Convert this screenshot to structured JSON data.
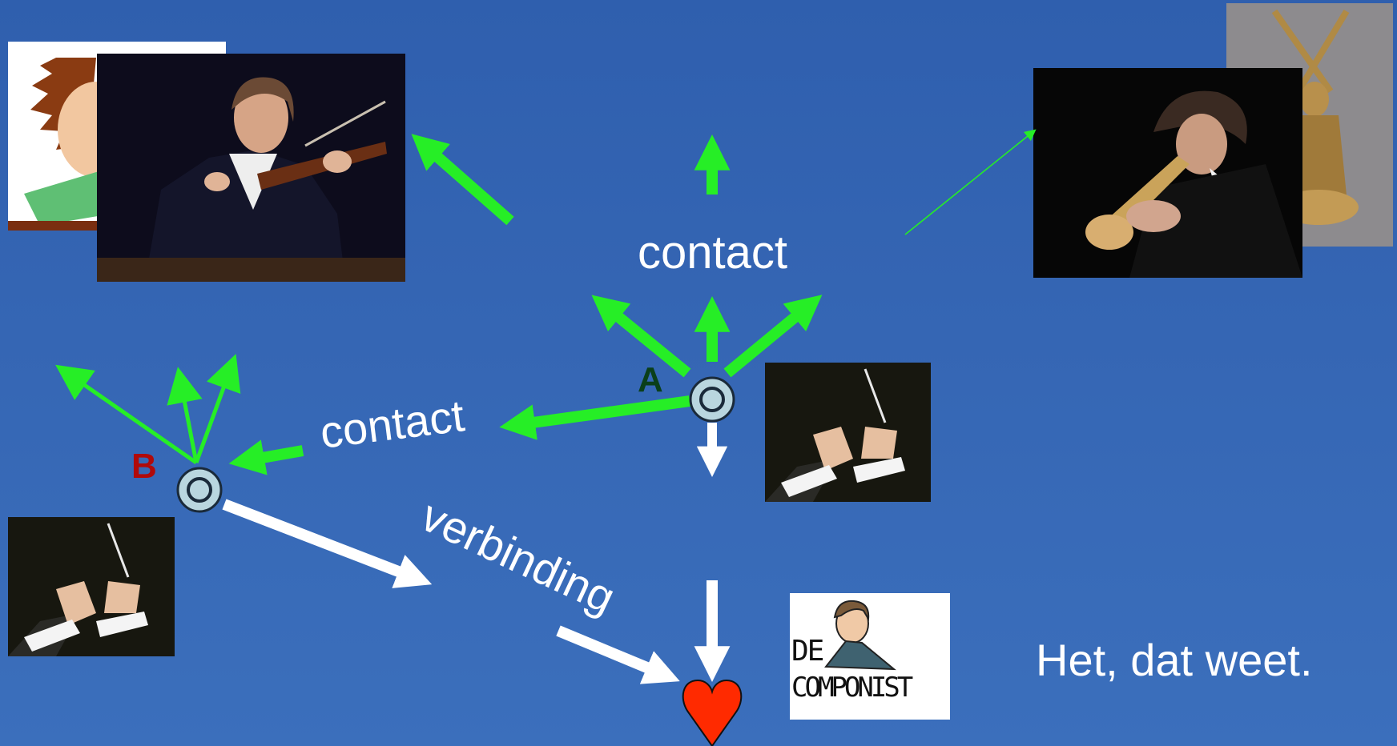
{
  "diagram": {
    "labels": {
      "contact_top": "contact",
      "contact_left": "contact",
      "verbinding": "verbinding",
      "statement": "Het, dat weet."
    },
    "nodes": {
      "a": {
        "label": "A",
        "color": "#0a3f1a"
      },
      "b": {
        "label": "B",
        "color": "#b00a0a"
      }
    },
    "logo": {
      "line1": "DE",
      "line2": "COMPONIST"
    }
  },
  "colors": {
    "contact_arrow": "#26ee26",
    "connection_arrow": "#ffffff",
    "node_fill": "#b9d6df",
    "heart": "#ff2a00"
  }
}
